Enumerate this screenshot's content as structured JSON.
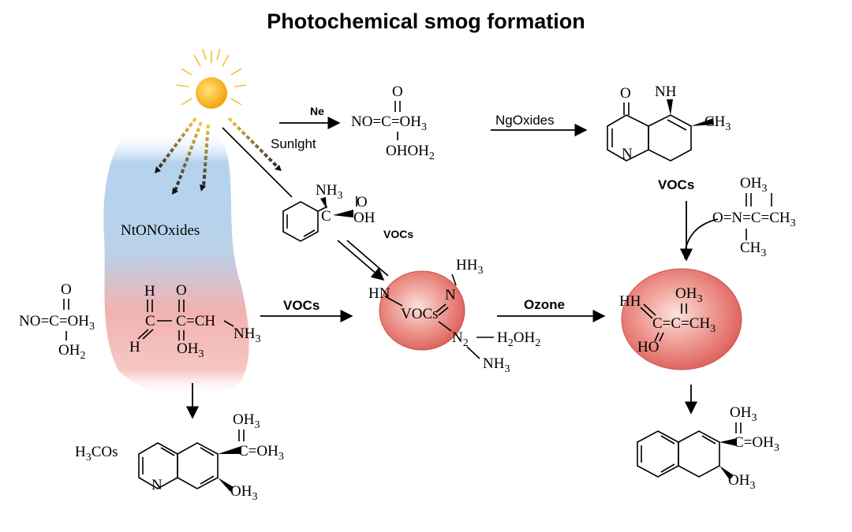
{
  "title": "Photochemical smog formation",
  "colors": {
    "sun": "#f5b91a",
    "ray": "#f2c230",
    "cloud_top": "#a9cdee",
    "cloud_bottom": "#f0a3a3",
    "sphere": "#e46a62"
  },
  "labels": {
    "ne": "Ne",
    "sunlight": "Sunlght",
    "n_oxides": "NgOxides",
    "vocs_top_right": "VOCs",
    "vocs_small": "VOCs",
    "vocs_mid": "VOCs",
    "ozone": "Ozone",
    "cloud_text": "NtONOxides"
  },
  "molecules": {
    "top_center": {
      "o_top": "O",
      "main": "NO=C=OH",
      "main_sub": "3",
      "below": "OHOH",
      "below_sub": "2"
    },
    "top_right": {
      "o": "O",
      "nh": "NH",
      "ch3": "CH",
      "ch3_sub": "3",
      "n": "N"
    },
    "benzyl": {
      "nh": "NH",
      "nh_sub": "3",
      "c": "C",
      "oh_top": "O",
      "oh": "OH"
    },
    "right_chain": {
      "oh": "OH",
      "oh_sub": "3",
      "main": "O=N=C=CH",
      "main_sub": "3",
      "ch": "CH",
      "ch_sub": "3"
    },
    "left": {
      "o": "O",
      "main": "NO=C=OH",
      "main_sub": "3",
      "below": "OH",
      "below_sub": "2"
    },
    "cloud_chain": {
      "h1": "H",
      "c1": "C",
      "c2": "C",
      "o": "O",
      "ch": "=CH",
      "nh": "NH",
      "nh_sub": "3",
      "h2": "H",
      "oh": "OH",
      "oh_sub": "3"
    },
    "sphere_mid": {
      "hn": "HN",
      "vocs": "VOCs",
      "hh": "HH",
      "hh_sub": "3",
      "n": "N",
      "n2": "N",
      "n2_sub": "2",
      "h2oh": "H",
      "h2oh_mid": "2",
      "h2oh_end": "OH",
      "h2oh_sub": "2",
      "nh": "NH",
      "nh_sub": "3"
    },
    "sphere_right": {
      "hh": "HH",
      "oh": "OH",
      "oh_sub": "3",
      "main": "C=C=CH",
      "main_sub": "3",
      "ho": "HO"
    },
    "bottom_left": {
      "h3cos": "H",
      "h3cos_sub": "3",
      "h3cos_end": "COs",
      "oh1": "OH",
      "oh1_sub": "3",
      "coh": "C=OH",
      "coh_sub": "3",
      "oh2": "OH",
      "oh2_sub": "3",
      "n": "N"
    },
    "bottom_right": {
      "oh1": "OH",
      "oh1_sub": "3",
      "coh": "C=OH",
      "coh_sub": "3",
      "oh2": "OH",
      "oh2_sub": "3"
    }
  }
}
